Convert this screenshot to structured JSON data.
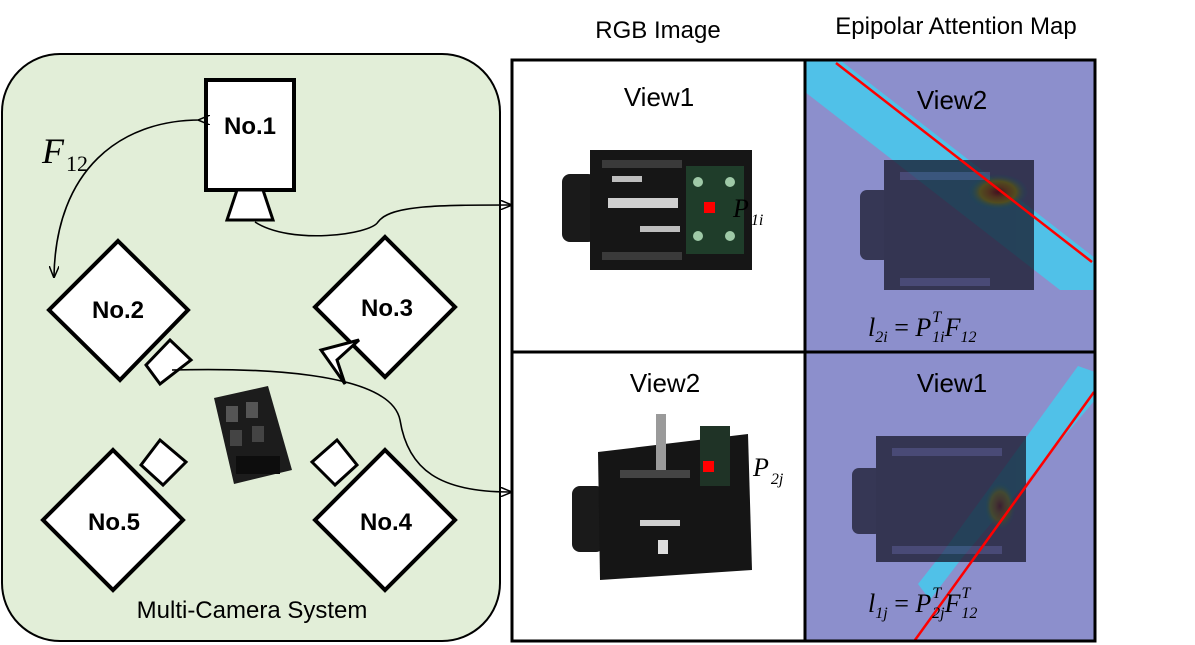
{
  "headers": {
    "rgb": "RGB Image",
    "attention": "Epipolar Attention Map"
  },
  "system": {
    "label": "Multi-Camera System",
    "fundamental_base": "F",
    "fundamental_sub": "12",
    "cameras": [
      "No.1",
      "No.2",
      "No.3",
      "No.4",
      "No.5"
    ]
  },
  "panels": {
    "top_rgb_title": "View1",
    "top_att_title": "View2",
    "bottom_rgb_title": "View2",
    "bottom_att_title": "View1",
    "p1": {
      "base": "P",
      "sub": "1i"
    },
    "p2": {
      "base": "P",
      "sub": "2j"
    },
    "eq_top": {
      "lhs": "l",
      "lhs_sub": "2i",
      "eq": " = ",
      "p": "P",
      "p_sup": "T",
      "p_sub": "1i",
      "f": "F",
      "f_sub": "12"
    },
    "eq_bottom": {
      "lhs": "l",
      "lhs_sub": "1j",
      "eq": " = ",
      "p": "P",
      "p_sup": "T",
      "p_sub": "2j",
      "f": "F",
      "f_sup": "T",
      "f_sub": "12"
    }
  },
  "colors": {
    "system_bg": "#e2eed8",
    "attention_bg": "#8c8fcc",
    "epipolar_line": "#ff0000",
    "point": "#ff0000"
  }
}
